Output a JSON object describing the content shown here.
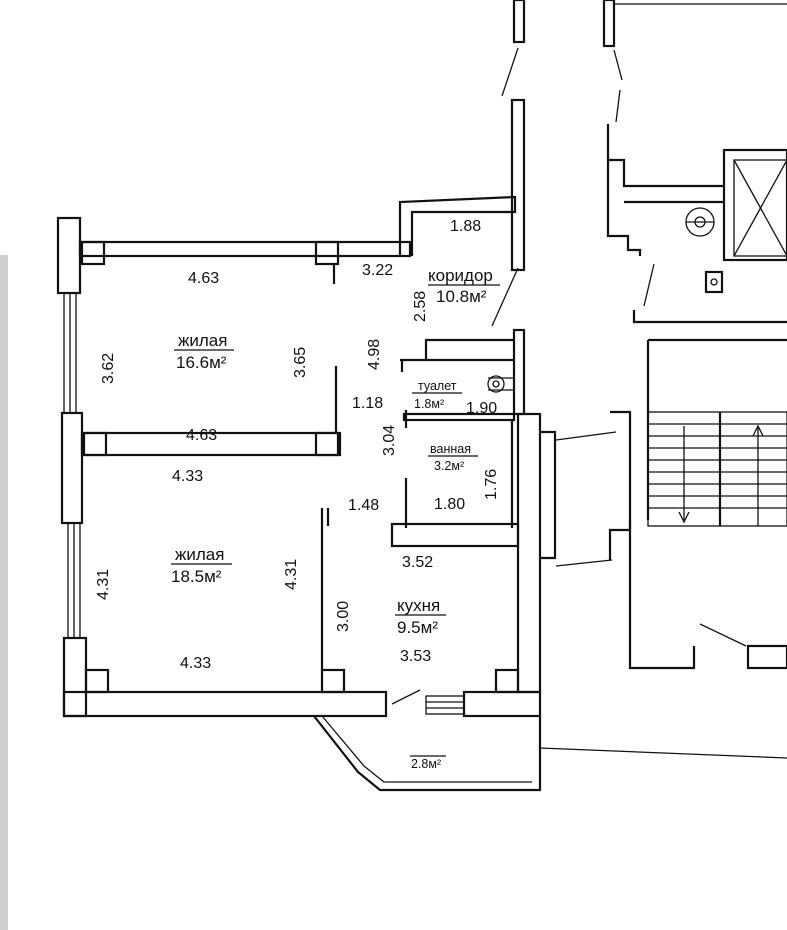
{
  "rooms": {
    "living1": {
      "name": "жилая",
      "area": "16.6м²"
    },
    "living2": {
      "name": "жилая",
      "area": "18.5м²"
    },
    "corridor": {
      "name": "коридор",
      "area": "10.8м²"
    },
    "toilet": {
      "name": "туалет",
      "area": "1.8м²"
    },
    "bath": {
      "name": "ванная",
      "area": "3.2м²"
    },
    "kitchen": {
      "name": "кухня",
      "area": "9.5м²"
    },
    "balcony": {
      "area": "2.8м²"
    }
  },
  "dims": {
    "d_1_88": "1.88",
    "d_4_63_top": "4.63",
    "d_3_22": "3.22",
    "d_2_58": "2.58",
    "d_3_62": "3.62",
    "d_3_65": "3.65",
    "d_4_98": "4.98",
    "d_1_18": "1.18",
    "d_1_90": "1.90",
    "d_4_63_mid": "4.63",
    "d_3_04": "3.04",
    "d_1_76": "1.76",
    "d_4_33_top": "4.33",
    "d_1_48": "1.48",
    "d_1_80": "1.80",
    "d_3_52": "3.52",
    "d_4_31_left": "4.31",
    "d_4_31_right": "4.31",
    "d_3_00": "3.00",
    "d_3_53": "3.53",
    "d_4_33_bottom": "4.33"
  }
}
